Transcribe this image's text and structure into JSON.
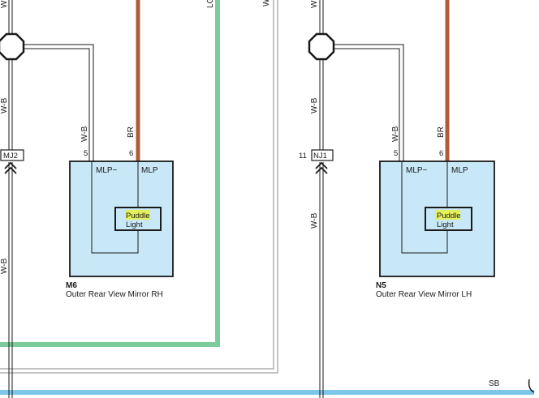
{
  "wires": {
    "wb_color_label": "W-B",
    "br_color_label": "BR",
    "lg_label": "LG",
    "w_label": "W",
    "sb_label": "SB"
  },
  "colors": {
    "box_fill": "#c8e8f7",
    "brown_wire": "#b05a3c",
    "green_wire": "#7ccb9b",
    "blue_wire": "#7cc6ea",
    "highlight": "#e4f05a"
  },
  "junctions": {
    "left": {
      "connector": "MJ2"
    },
    "right": {
      "pin": "11",
      "connector": "NJ1"
    }
  },
  "components": [
    {
      "code": "M6",
      "name": "Outer Rear View Mirror RH",
      "pin_left": "5",
      "pin_right": "6",
      "terminal_left": "MLP−",
      "terminal_right": "MLP",
      "part_line1": "Puddle",
      "part_line2": "Light"
    },
    {
      "code": "N5",
      "name": "Outer Rear View Mirror LH",
      "pin_left": "5",
      "pin_right": "6",
      "terminal_left": "MLP−",
      "terminal_right": "MLP",
      "part_line1": "Puddle",
      "part_line2": "Light"
    }
  ]
}
